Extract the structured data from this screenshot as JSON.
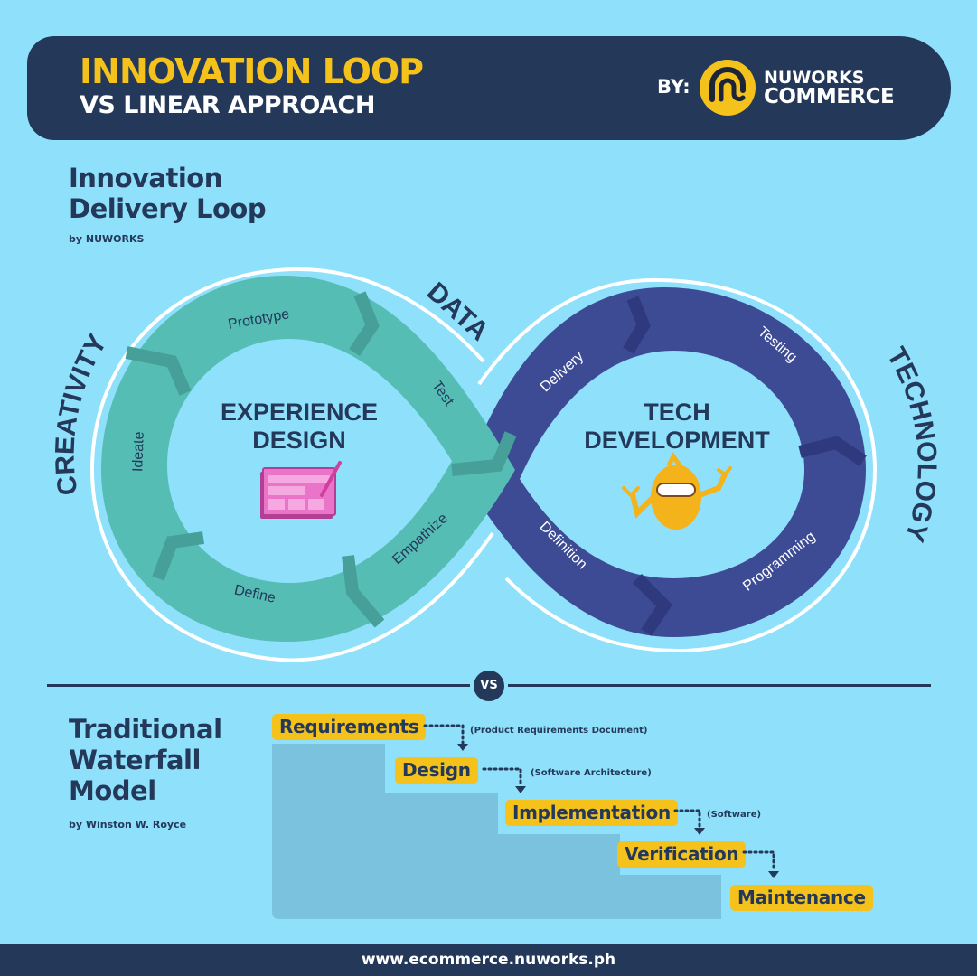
{
  "header": {
    "title": "INNOVATION LOOP",
    "subtitle": "VS LINEAR APPROACH",
    "by_label": "BY:",
    "brand_line1": "NUWORKS",
    "brand_line2": "COMMERCE"
  },
  "loop_section": {
    "title_line1": "Innovation",
    "title_line2": "Delivery Loop",
    "byline": "by NUWORKS",
    "outer_labels": {
      "creativity": "CREATIVITY",
      "data": "DATA",
      "technology": "TECHNOLOGY"
    },
    "left_loop": {
      "center_line1": "EXPERIENCE",
      "center_line2": "DESIGN",
      "color": "#55bdb4",
      "stages": [
        "Prototype",
        "Test",
        "Empathize",
        "Define",
        "Ideate"
      ]
    },
    "right_loop": {
      "center_line1": "TECH",
      "center_line2": "DEVELOPMENT",
      "color": "#3d4b94",
      "stages": [
        "Delivery",
        "Testing",
        "Programming",
        "Definition"
      ]
    }
  },
  "divider": {
    "vs": "VS"
  },
  "waterfall_section": {
    "title_line1": "Traditional",
    "title_line2": "Waterfall",
    "title_line3": "Model",
    "byline": "by Winston W. Royce",
    "steps": [
      {
        "label": "Requirements",
        "note": "(Product Requirements Document)"
      },
      {
        "label": "Design",
        "note": "(Software Architecture)"
      },
      {
        "label": "Implementation",
        "note": "(Software)"
      },
      {
        "label": "Verification",
        "note": ""
      },
      {
        "label": "Maintenance",
        "note": ""
      }
    ]
  },
  "footer": {
    "url": "www.ecommerce.nuworks.ph"
  },
  "colors": {
    "background": "#8ee0fb",
    "navy": "#24395a",
    "yellow": "#f4c21b",
    "teal": "#55bdb4",
    "indigo": "#3d4b94"
  }
}
